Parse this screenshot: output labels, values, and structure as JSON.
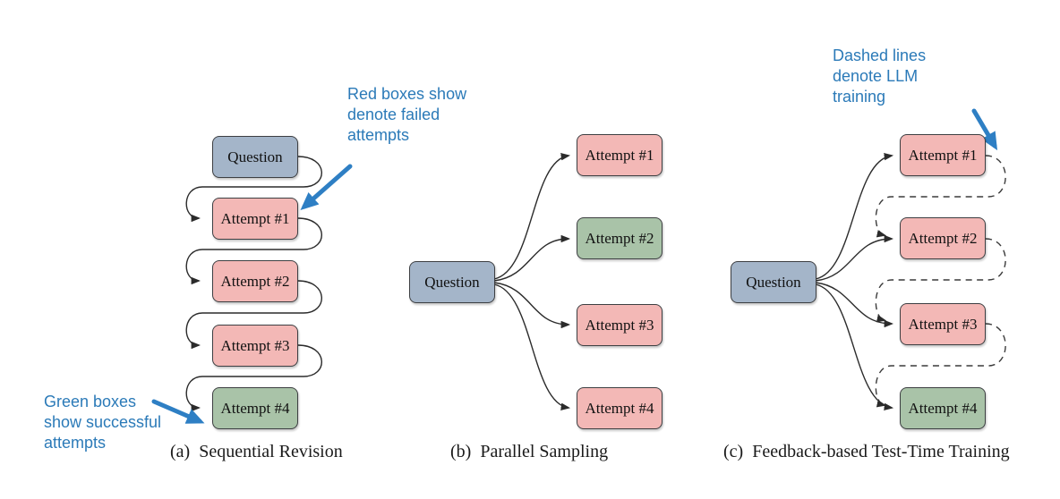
{
  "figure": {
    "panels": [
      {
        "caption": "(a)  Sequential Revision",
        "question": "Question",
        "attempts": [
          {
            "label": "Attempt #1",
            "status": "failed"
          },
          {
            "label": "Attempt #2",
            "status": "failed"
          },
          {
            "label": "Attempt #3",
            "status": "failed"
          },
          {
            "label": "Attempt #4",
            "status": "success"
          }
        ]
      },
      {
        "caption": "(b)  Parallel Sampling",
        "question": "Question",
        "attempts": [
          {
            "label": "Attempt #1",
            "status": "failed"
          },
          {
            "label": "Attempt #2",
            "status": "success"
          },
          {
            "label": "Attempt #3",
            "status": "failed"
          },
          {
            "label": "Attempt #4",
            "status": "failed"
          }
        ]
      },
      {
        "caption": "(c)  Feedback-based Test-Time Training",
        "question": "Question",
        "attempts": [
          {
            "label": "Attempt #1",
            "status": "failed"
          },
          {
            "label": "Attempt #2",
            "status": "failed"
          },
          {
            "label": "Attempt #3",
            "status": "failed"
          },
          {
            "label": "Attempt #4",
            "status": "success"
          }
        ]
      }
    ],
    "annotations": {
      "failed_note": "Red boxes show\ndenote failed\nattempts",
      "success_note": "Green boxes\nshow successful\nattempts",
      "training_note": "Dashed lines\ndenote LLM\ntraining"
    },
    "colors": {
      "question_fill": "#a4b5c9",
      "failed_fill": "#f3b8b6",
      "success_fill": "#a9c3a8",
      "annotation_blue": "#2b7ab8",
      "box_border": "#3d3f42",
      "arrow_stroke": "#2b2b2b"
    }
  }
}
